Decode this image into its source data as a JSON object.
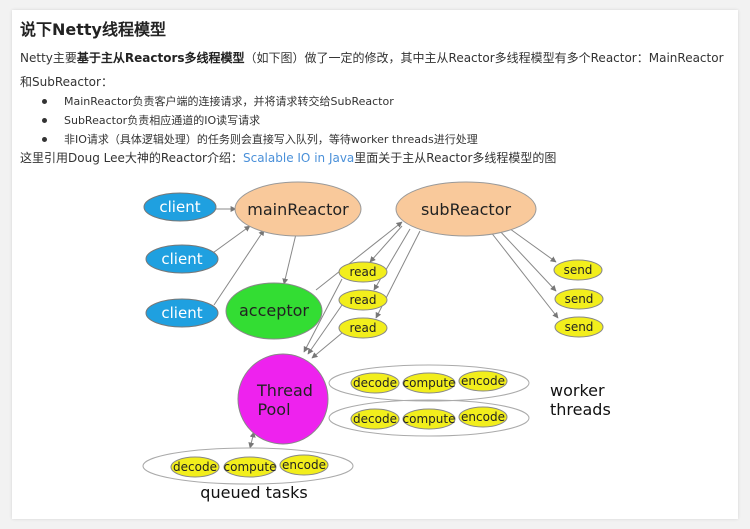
{
  "article": {
    "title": "说下Netty线程模型",
    "intro_prefix": "Netty主要",
    "intro_bold": "基于主从Reactors多线程模型",
    "intro_suffix": "（如下图）做了一定的修改，其中主从Reactor多线程模型有多个Reactor：MainReactor和SubReactor：",
    "bullets": [
      "MainReactor负责客户端的连接请求，并将请求转交给SubReactor",
      "SubReactor负责相应通道的IO读写请求",
      "非IO请求（具体逻辑处理）的任务则会直接写入队列，等待worker threads进行处理"
    ],
    "ref_prefix": "这里引用Doug Lee大神的Reactor介绍：",
    "ref_link": "Scalable IO in Java",
    "ref_suffix": "里面关于主从Reactor多线程模型的图"
  },
  "diagram": {
    "clients": [
      "client",
      "client",
      "client"
    ],
    "main_reactor": "mainReactor",
    "sub_reactor": "subReactor",
    "acceptor": "acceptor",
    "reads": [
      "read",
      "read",
      "read"
    ],
    "sends": [
      "send",
      "send",
      "send"
    ],
    "thread_pool_line1": "Thread",
    "thread_pool_line2": "Pool",
    "worker_rows": [
      [
        "decode",
        "compute",
        "encode"
      ],
      [
        "decode",
        "compute",
        "encode"
      ]
    ],
    "queued_row": [
      "decode",
      "compute",
      "encode"
    ],
    "worker_label_line1": "worker",
    "worker_label_line2": "threads",
    "queued_label": "queued tasks",
    "colors": {
      "client": "#1fa0e0",
      "reactor": "#f9c99b",
      "acceptor": "#33dd33",
      "task": "#f2ee1c",
      "thread_pool": "#ee22ee",
      "link": "#4a90d9"
    }
  }
}
